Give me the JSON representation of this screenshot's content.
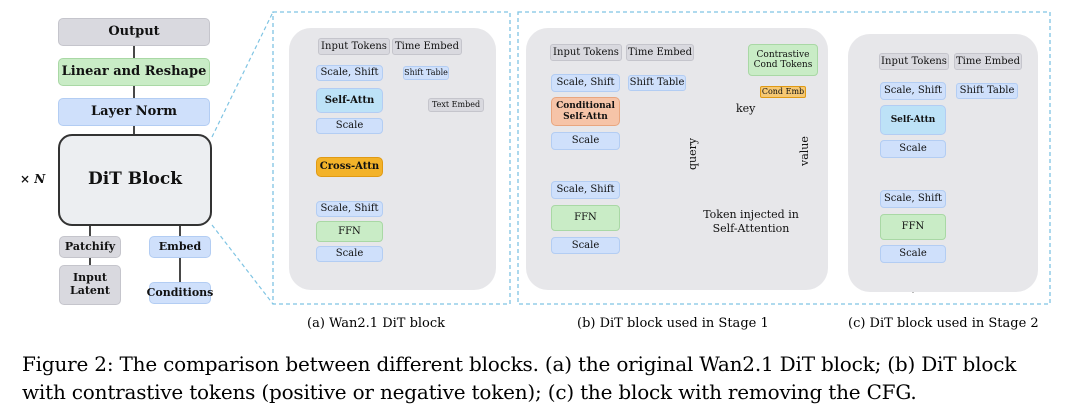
{
  "left": {
    "output": "Output",
    "linear_reshape": "Linear and Reshape",
    "layer_norm": "Layer Norm",
    "dit_block": "DiT Block",
    "times_n": "× N",
    "patchify": "Patchify",
    "embed": "Embed",
    "input_latent": "Input\nLatent",
    "conditions": "Conditions"
  },
  "panel_a": {
    "input_tokens": "Input Tokens",
    "time_embed": "Time Embed",
    "scale_shift_1": "Scale, Shift",
    "shift_table": "Shift Table",
    "self_attn": "Self-Attn",
    "text_embed": "Text Embed",
    "scale_1": "Scale",
    "cross_attn": "Cross-Attn",
    "scale_shift_2": "Scale, Shift",
    "ffn": "FFN",
    "scale_2": "Scale",
    "caption": "(a) Wan2.1 DiT block"
  },
  "panel_b": {
    "input_tokens": "Input Tokens",
    "time_embed": "Time Embed",
    "contrastive": "Contrastive\nCond Tokens",
    "scale_shift_1": "Scale, Shift",
    "shift_table": "Shift Table",
    "cond_emb": "Cond Emb",
    "cond_self_attn": "Conditional\nSelf-Attn",
    "key": "key",
    "query": "query",
    "value": "value",
    "scale_1": "Scale",
    "scale_shift_2": "Scale, Shift",
    "ffn": "FFN",
    "scale_2": "Scale",
    "token_injected": "Token injected in\nSelf-Attention",
    "caption": "(b) DiT block used in Stage 1"
  },
  "panel_c": {
    "input_tokens": "Input Tokens",
    "time_embed": "Time Embed",
    "scale_shift_1": "Scale, Shift",
    "shift_table": "Shift Table",
    "self_attn": "Self-Attn",
    "scale_1": "Scale",
    "scale_shift_2": "Scale, Shift",
    "ffn": "FFN",
    "scale_2": "Scale",
    "caption": "(c) DiT block used in Stage 2"
  },
  "figure_caption": {
    "line1": "Figure 2: The comparison between different blocks. (a) the original Wan2.1 DiT block; (b) DiT block",
    "line2": "with contrastive tokens (positive or negative token); (c) the block with removing the CFG."
  },
  "colors": {
    "block_blue": "#cfe0fb",
    "block_gray": "#d9d9df",
    "block_green": "#c9ecc6",
    "cross_attn_orange": "#f3b229",
    "cond_self_attn_salmon": "#f6c4a8",
    "dashed_frame": "#7fc4e3"
  }
}
